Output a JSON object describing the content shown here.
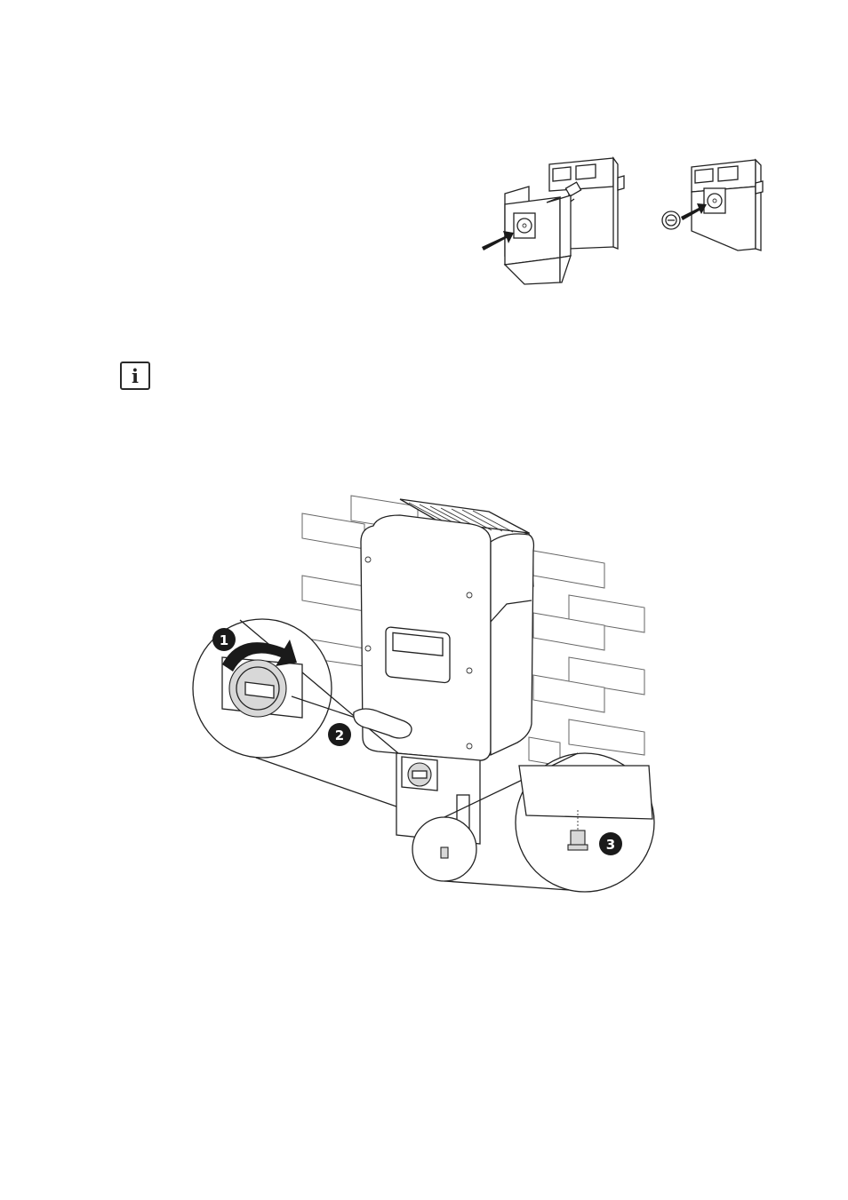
{
  "info_box": {
    "icon": "info-icon",
    "glyph": "i"
  },
  "figure_main": {
    "step_markers": [
      "1",
      "2",
      "3"
    ]
  },
  "colors": {
    "line": "#222222",
    "marker_fill": "#1a1a1a",
    "wall": "#666666"
  }
}
